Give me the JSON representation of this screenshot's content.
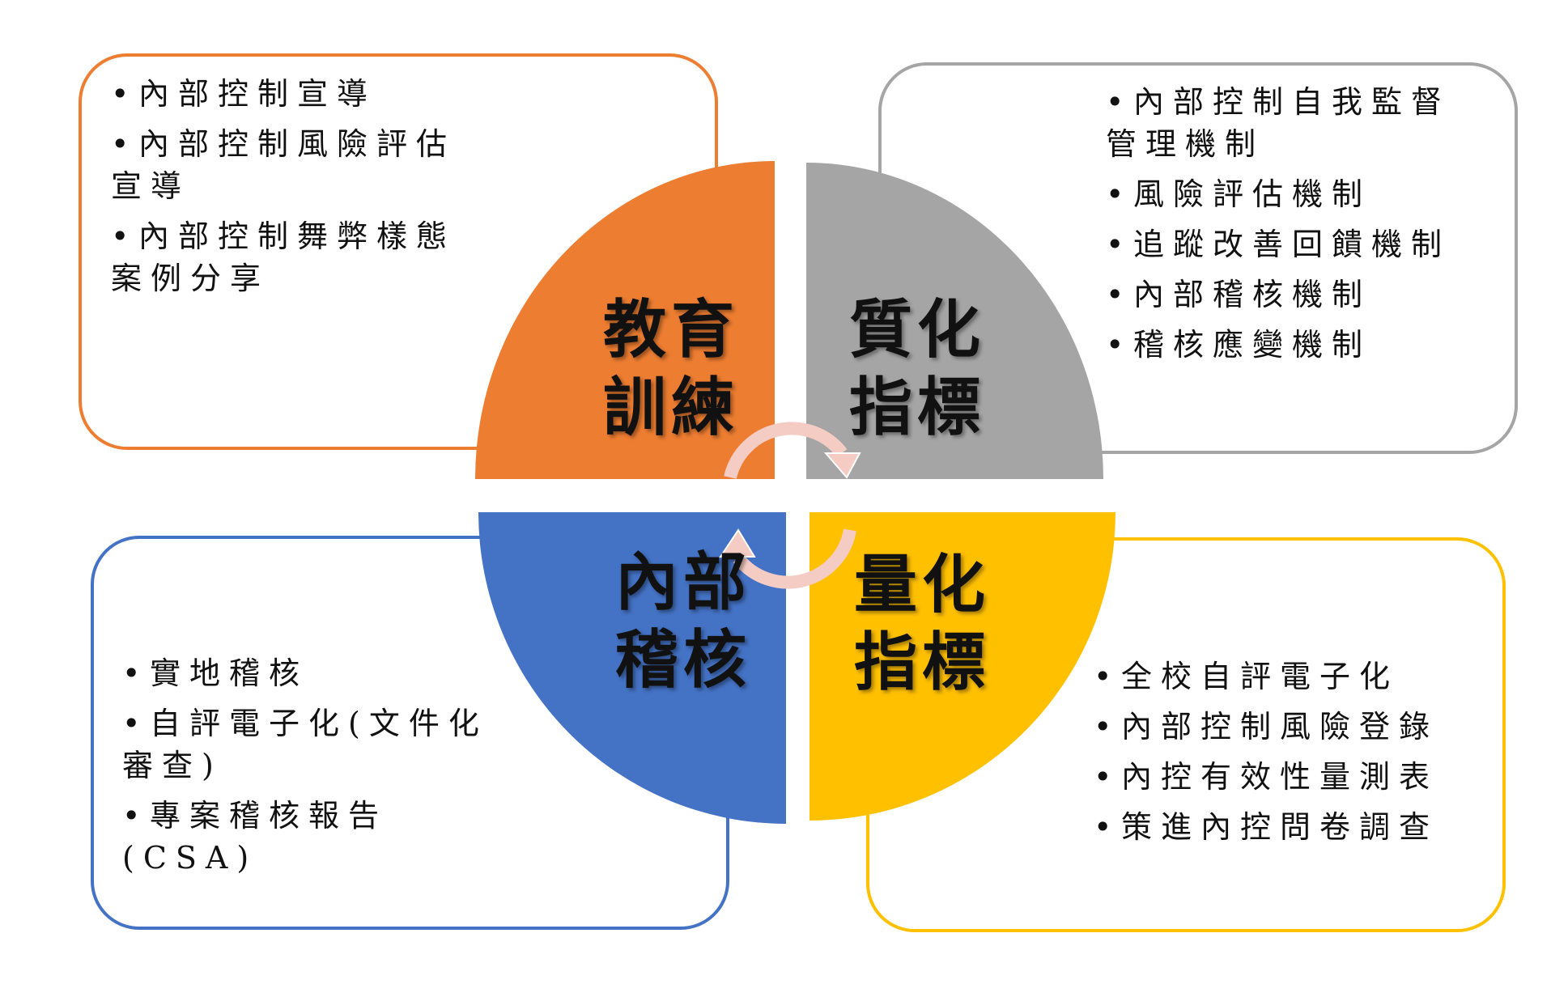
{
  "colors": {
    "orange": "#ED7D31",
    "gray": "#A5A5A5",
    "blue": "#4472C4",
    "yellow": "#FFC000",
    "arrow": "#F4CCC4"
  },
  "quadrants": {
    "education": {
      "label_line1": "教育",
      "label_line2": "訓練",
      "bullets": [
        "內部控制宣導",
        "內部控制風險評估宣導",
        "內部控制舞弊樣態案例分享"
      ]
    },
    "qualitative": {
      "label_line1": "質化",
      "label_line2": "指標",
      "bullets": [
        "內部控制自我監督管理機制",
        "風險評估機制",
        "追蹤改善回饋機制",
        "內部稽核機制",
        "稽核應變機制"
      ]
    },
    "audit": {
      "label_line1": "內部",
      "label_line2": "稽核",
      "bullets": [
        "實地稽核",
        "自評電子化(文件化審查)",
        "專案稽核報告(CSA)"
      ]
    },
    "quantitative": {
      "label_line1": "量化",
      "label_line2": "指標",
      "bullets": [
        "全校自評電子化",
        "內部控制風險登錄",
        "內控有效性量測表",
        "策進內控問卷調查"
      ]
    }
  }
}
